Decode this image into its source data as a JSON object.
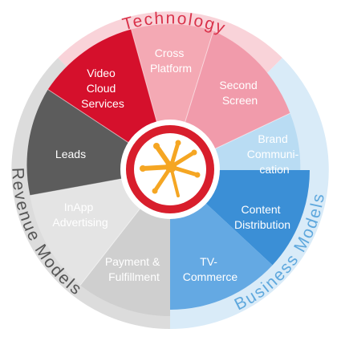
{
  "rings": [
    {
      "id": "technology",
      "label": "Technology",
      "color": "#d9324a",
      "fill": "#f9d3d9"
    },
    {
      "id": "business",
      "label": "Business Models",
      "color": "#5fa8dd",
      "fill": "#d9ebf8"
    },
    {
      "id": "revenue",
      "label": "Revenue Models",
      "color": "#555555",
      "fill": "#dcdcdc"
    }
  ],
  "segments": [
    {
      "id": "cross-platform",
      "lines": [
        "Cross",
        "Platform"
      ],
      "color": "#f4a9b4"
    },
    {
      "id": "second-screen",
      "lines": [
        "Second",
        "Screen"
      ],
      "color": "#f19bab"
    },
    {
      "id": "brand-communication",
      "lines": [
        "Brand",
        "Communi-",
        "cation"
      ],
      "color": "#b9dcf3"
    },
    {
      "id": "content-distribution",
      "lines": [
        "Content",
        "Distribution"
      ],
      "color": "#3b8fd6"
    },
    {
      "id": "tv-commerce",
      "lines": [
        "TV-",
        "Commerce"
      ],
      "color": "#64a9e3"
    },
    {
      "id": "payment-fulfillment",
      "lines": [
        "Payment &",
        "Fulfillment"
      ],
      "color": "#cfcfcf"
    },
    {
      "id": "inapp-advertising",
      "lines": [
        "InApp",
        "Advertising"
      ],
      "color": "#e4e4e4"
    },
    {
      "id": "leads",
      "lines": [
        "Leads"
      ],
      "color": "#5c5c5c"
    },
    {
      "id": "video-cloud-services",
      "lines": [
        "Video",
        "Cloud",
        "Services"
      ],
      "color": "#d5102c"
    }
  ],
  "center": {
    "logo": "orange-splash-logo",
    "ring_color": "#d81e2c",
    "logo_color": "#f5a623"
  }
}
